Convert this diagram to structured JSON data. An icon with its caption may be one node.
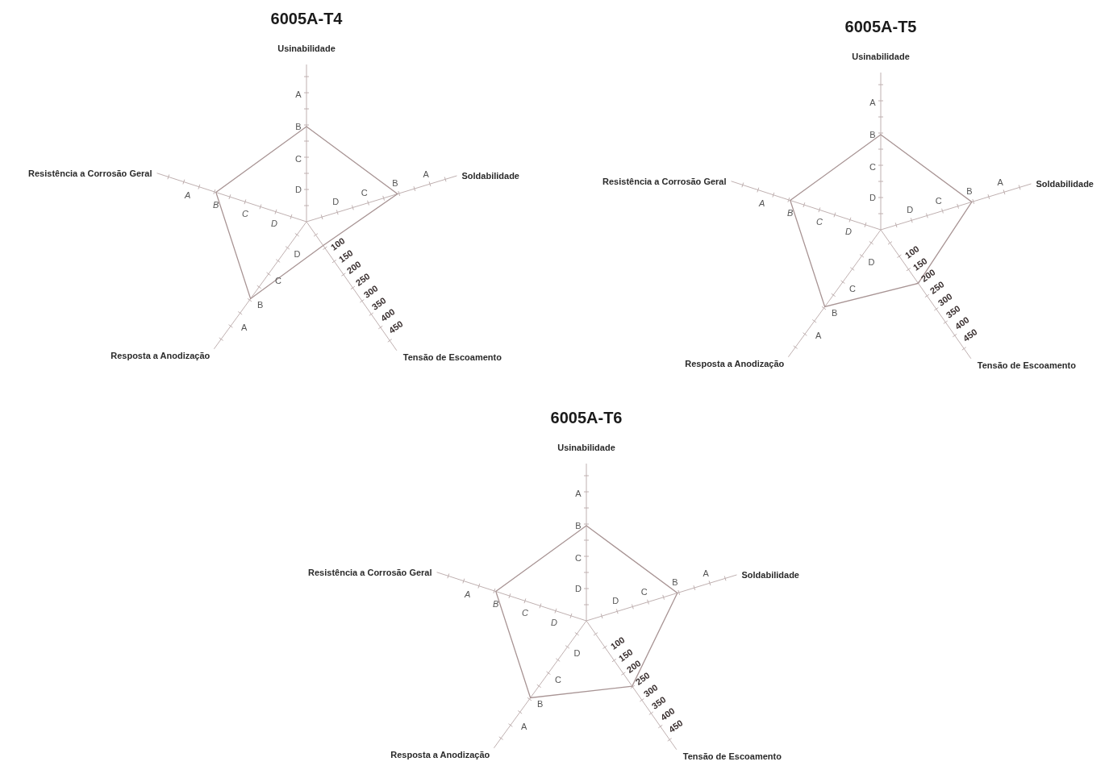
{
  "diagram": {
    "labels": [
      "6005A-T4",
      "Usinabilidade",
      "A",
      "B",
      "C",
      "D",
      "Resistência a Corrosão Geral",
      "Soldabilidade",
      "A",
      "B",
      "C",
      "D",
      "D",
      "C",
      "B",
      "A",
      "D",
      "C",
      "B",
      "A",
      "100",
      "150",
      "200",
      "250",
      "300",
      "350",
      "400",
      "450",
      "Resposta a Anodização",
      "Tensão de Escoamento",
      "6005A-T5",
      "Usinabilidade",
      "A",
      "B",
      "C",
      "D",
      "Resistência a Corrosão Geral",
      "Soldabilidade",
      "A",
      "B",
      "C",
      "D",
      "D",
      "C",
      "B",
      "A",
      "D",
      "C",
      "B",
      "A",
      "100",
      "150",
      "200",
      "250",
      "300",
      "350",
      "400",
      "450",
      "Resposta a Anodização",
      "Tensão de Escoamento",
      "6005A-T6",
      "Usinabilidade",
      "A",
      "B",
      "C",
      "D",
      "Resistência a Corrosão Geral",
      "Soldabilidade",
      "A",
      "B",
      "C",
      "D",
      "D",
      "C",
      "B",
      "A",
      "D",
      "C",
      "B",
      "A",
      "100",
      "150",
      "200",
      "250",
      "300",
      "350",
      "400",
      "450",
      "Resposta a Anodização",
      "Tensão de Escoamento"
    ]
  }
}
